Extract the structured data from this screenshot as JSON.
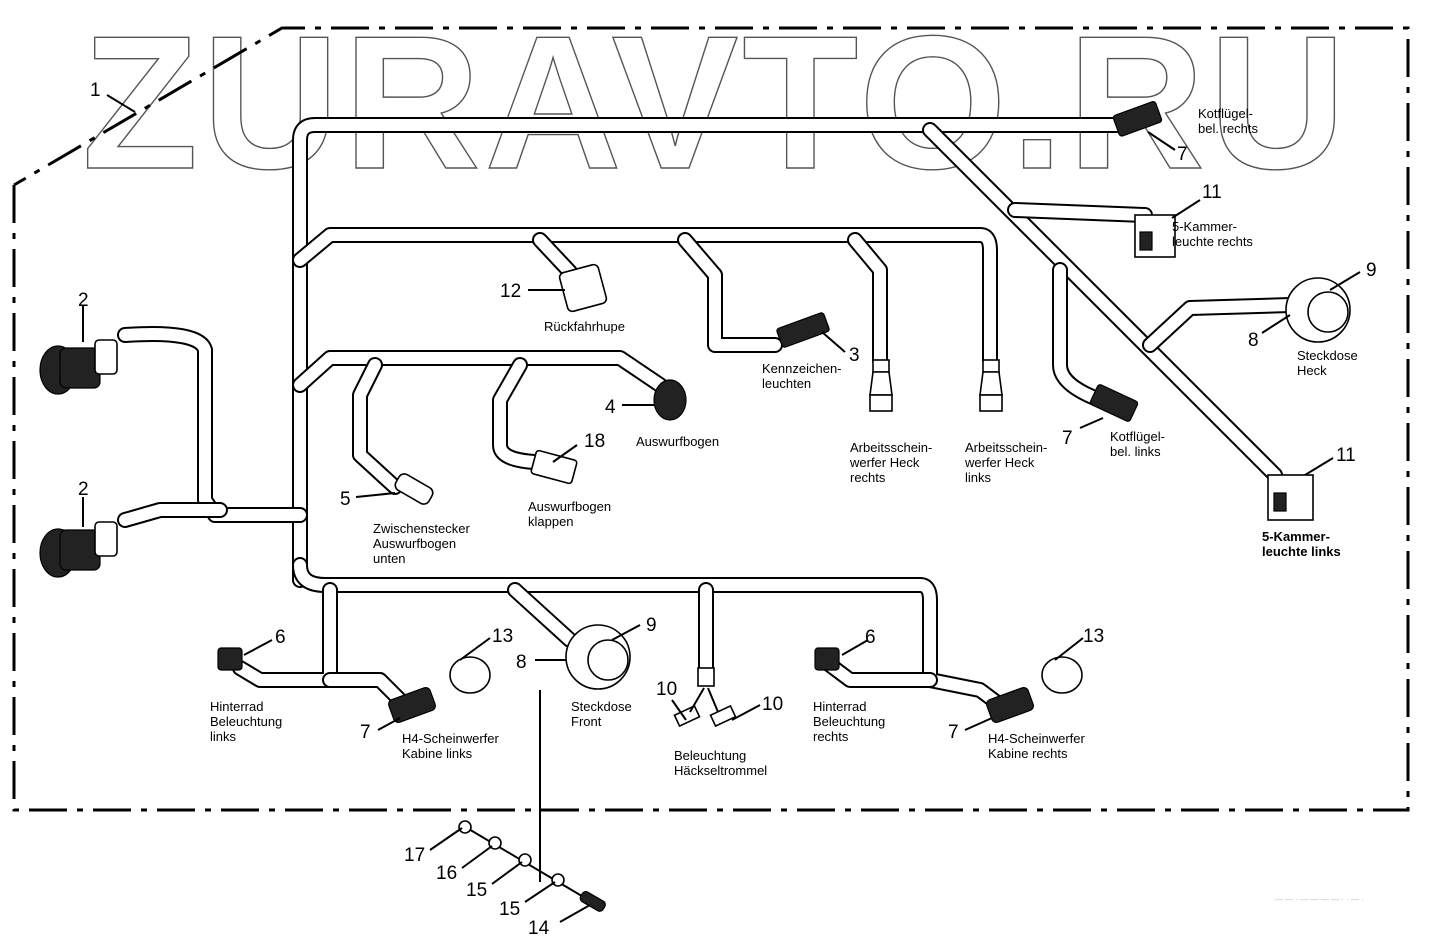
{
  "watermark": "ZURAVTO.RU",
  "footer_code": "— — · — — — — · · — ·",
  "callouts": [
    {
      "id": "c1",
      "num": "1",
      "label": ""
    },
    {
      "id": "c2a",
      "num": "2",
      "label": ""
    },
    {
      "id": "c2b",
      "num": "2",
      "label": ""
    },
    {
      "id": "c3",
      "num": "3",
      "label": [
        "Kennzeichen-",
        "leuchten"
      ]
    },
    {
      "id": "c4",
      "num": "4",
      "label": [
        "Auswurfbogen"
      ]
    },
    {
      "id": "c5",
      "num": "5",
      "label": [
        "Zwischenstecker",
        "Auswurfbogen",
        "unten"
      ]
    },
    {
      "id": "c6a",
      "num": "6",
      "label": [
        "Hinterrad",
        "Beleuchtung",
        "links"
      ]
    },
    {
      "id": "c6b",
      "num": "6",
      "label": [
        "Hinterrad",
        "Beleuchtung",
        "rechts"
      ]
    },
    {
      "id": "c7a",
      "num": "7",
      "label": [
        "Kotflügel-",
        "bel. rechts"
      ]
    },
    {
      "id": "c7b",
      "num": "7",
      "label": [
        "Kotflügel-",
        "bel. links"
      ]
    },
    {
      "id": "c7c",
      "num": "7",
      "label": [
        "H4-Scheinwerfer",
        "Kabine links"
      ]
    },
    {
      "id": "c7d",
      "num": "7",
      "label": [
        "H4-Scheinwerfer",
        "Kabine rechts"
      ]
    },
    {
      "id": "c8a",
      "num": "8",
      "label": [
        "Steckdose",
        "Heck"
      ]
    },
    {
      "id": "c9a",
      "num": "9",
      "label": ""
    },
    {
      "id": "c8b",
      "num": "8",
      "label": [
        "Steckdose",
        "Front"
      ]
    },
    {
      "id": "c9b",
      "num": "9",
      "label": ""
    },
    {
      "id": "c10a",
      "num": "10",
      "label": ""
    },
    {
      "id": "c10b",
      "num": "10",
      "label": [
        "Beleuchtung",
        "Häckseltrommel"
      ]
    },
    {
      "id": "c11a",
      "num": "11",
      "label": [
        "5-Kammer-",
        "leuchte rechts"
      ]
    },
    {
      "id": "c11b",
      "num": "11",
      "label": [
        "5-Kammer-",
        "leuchte links"
      ]
    },
    {
      "id": "c12",
      "num": "12",
      "label": [
        "Rückfahrhupe"
      ]
    },
    {
      "id": "c13a",
      "num": "13",
      "label": ""
    },
    {
      "id": "c13b",
      "num": "13",
      "label": ""
    },
    {
      "id": "c14",
      "num": "14",
      "label": ""
    },
    {
      "id": "c15a",
      "num": "15",
      "label": ""
    },
    {
      "id": "c15b",
      "num": "15",
      "label": ""
    },
    {
      "id": "c16",
      "num": "16",
      "label": ""
    },
    {
      "id": "c17",
      "num": "17",
      "label": ""
    },
    {
      "id": "c18",
      "num": "18",
      "label": [
        "Auswurfbogen",
        "klappen"
      ]
    },
    {
      "id": "cAr",
      "num": "",
      "label": [
        "Arbeitsschein-",
        "werfer Heck",
        "rechts"
      ]
    },
    {
      "id": "cAl",
      "num": "",
      "label": [
        "Arbeitsschein-",
        "werfer Heck",
        "links"
      ]
    }
  ]
}
